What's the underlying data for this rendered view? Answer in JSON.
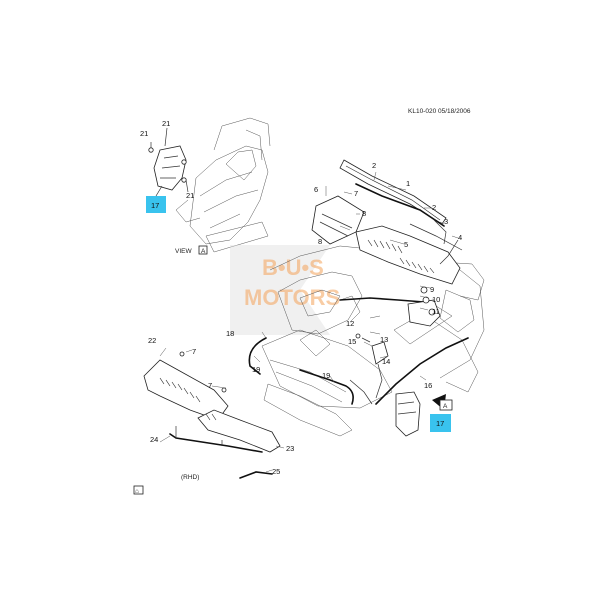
{
  "header": {
    "code": "KL10-020  05/18/2006"
  },
  "labels": {
    "view": "VIEW",
    "view_marker": "A",
    "rhd": "(RHD)",
    "corner_marker": "⌂",
    "arrow_marker": "A"
  },
  "watermark": {
    "line1": "B•U•S",
    "line2": "MOTORS"
  },
  "callouts": {
    "c1": "1",
    "c2a": "2",
    "c2b": "2",
    "c3": "3",
    "c4": "4",
    "c5": "5",
    "c6": "6",
    "c7a": "7",
    "c7b": "7",
    "c7c": "7",
    "c8a": "8",
    "c8b": "8",
    "c9": "9",
    "c10": "10",
    "c11": "11",
    "c12": "12",
    "c13": "13",
    "c14": "14",
    "c15": "15",
    "c16": "16",
    "c17a": "17",
    "c17b": "17",
    "c18": "18",
    "c19a": "19",
    "c19b": "19",
    "c21a": "21",
    "c21b": "21",
    "c21c": "21",
    "c22": "22",
    "c23": "23",
    "c24": "24",
    "c25": "25"
  },
  "colors": {
    "highlight": "#39c3ee",
    "watermark": "#f4a35a",
    "line": "#333333"
  }
}
